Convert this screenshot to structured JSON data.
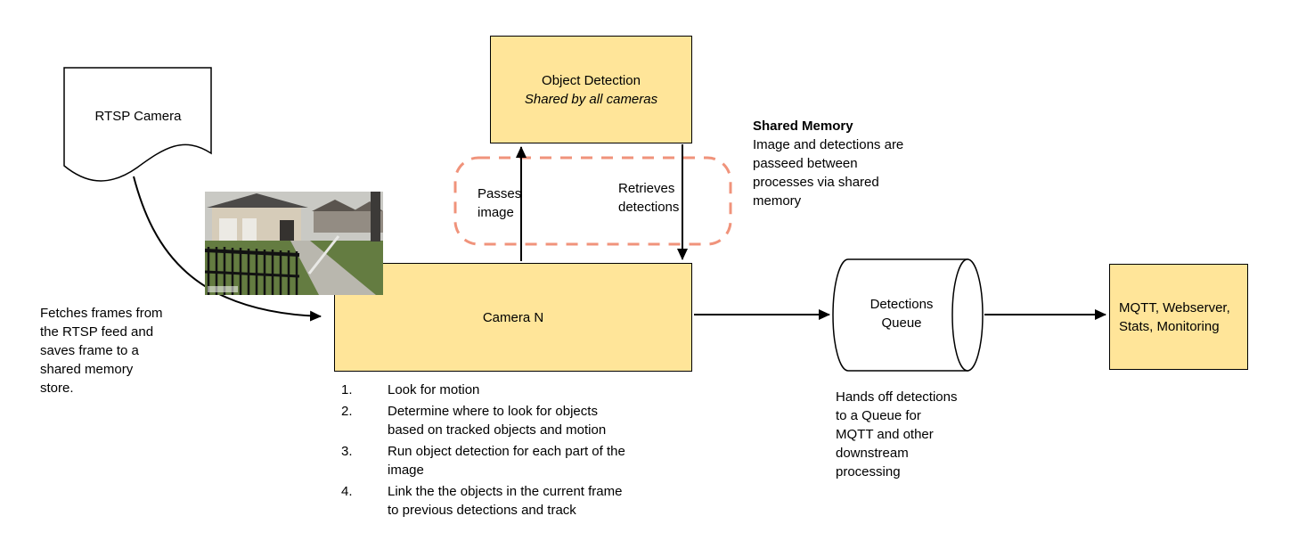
{
  "colors": {
    "node_fill": "#FFE599",
    "node_border": "#000000",
    "shared_memory_dash": "#F0937B",
    "arrow": "#000000"
  },
  "nodes": {
    "rtsp_camera": {
      "label": "RTSP Camera"
    },
    "object_detection": {
      "title": "Object Detection",
      "subtitle": "Shared by all cameras"
    },
    "camera_n": {
      "label": "Camera N"
    },
    "detections_queue": {
      "label": "Detections\nQueue"
    },
    "mqtt": {
      "label": "MQTT, Webserver,\nStats, Monitoring"
    }
  },
  "annotations": {
    "fetch_note": "Fetches frames from\nthe RTSP feed and\nsaves frame to a\nshared memory\nstore.",
    "shared_memory_title": "Shared Memory",
    "shared_memory_body": "Image and detections are\npasseed between\nprocesses via shared\nmemory",
    "passes_image": "Passes\nimage",
    "retrieves_detections": "Retrieves\ndetections",
    "queue_note": "Hands off detections\nto a Queue for\nMQTT and other\ndownstream\nprocessing"
  },
  "camera_steps": [
    {
      "num": "1.",
      "text": "Look for motion"
    },
    {
      "num": "2.",
      "text": "Determine where to look for objects\nbased on tracked objects and motion"
    },
    {
      "num": "3.",
      "text": "Run object detection for each part of the\nimage"
    },
    {
      "num": "4.",
      "text": "Link the the objects in the current frame\nto previous detections and track"
    }
  ]
}
